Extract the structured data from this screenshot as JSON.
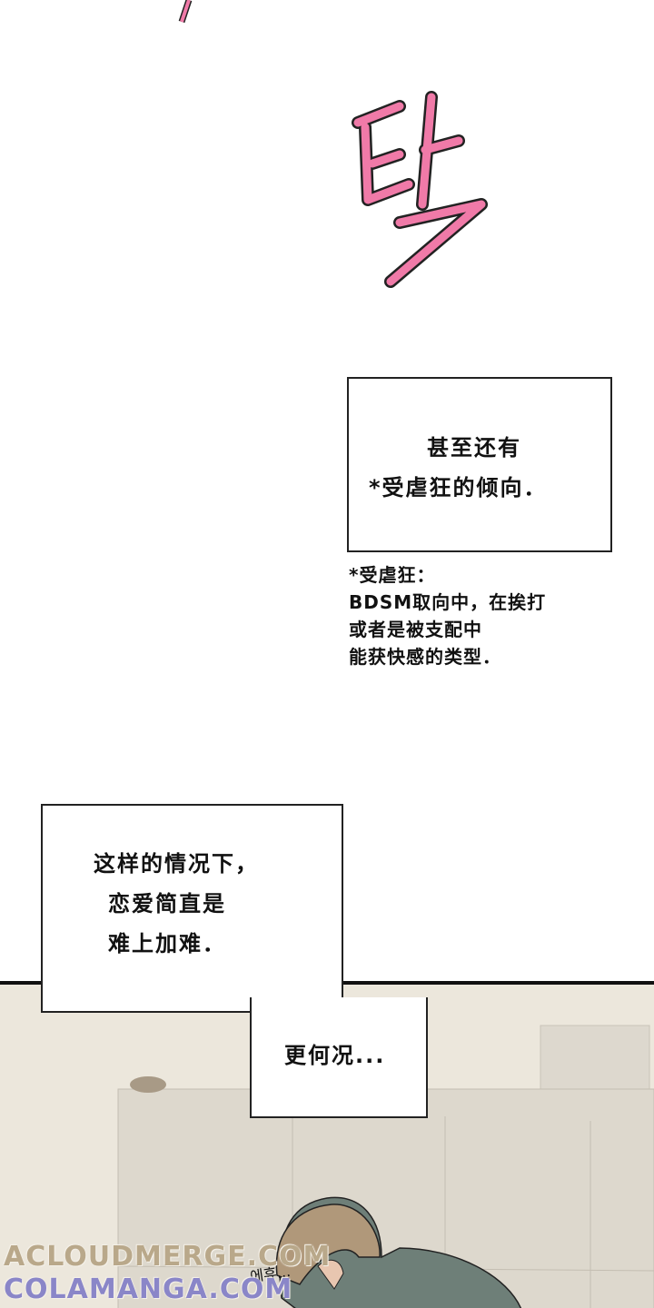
{
  "sfx": {
    "top_stroke": "",
    "main": "탁",
    "color": "#f07aa8"
  },
  "caption_1": {
    "lines": [
      "甚至还有",
      "*受虐狂的倾向．"
    ]
  },
  "footnote": {
    "lines": [
      "*受虐狂：",
      "BDSM取向中，在挨打",
      "或者是被支配中",
      "能获快感的类型．"
    ]
  },
  "caption_2": {
    "lines": [
      "这样的情况下，",
      "恋爱简直是",
      "难上加难．"
    ]
  },
  "caption_3": {
    "text": "更何况..."
  },
  "scene": {
    "sigh_sfx": "에휴..."
  },
  "watermarks": {
    "line1": "ACLOUDMERGE.COM",
    "line2": "COLAMANGA.COM",
    "color1": "#b9a88a",
    "color2": "#8a86c8"
  }
}
